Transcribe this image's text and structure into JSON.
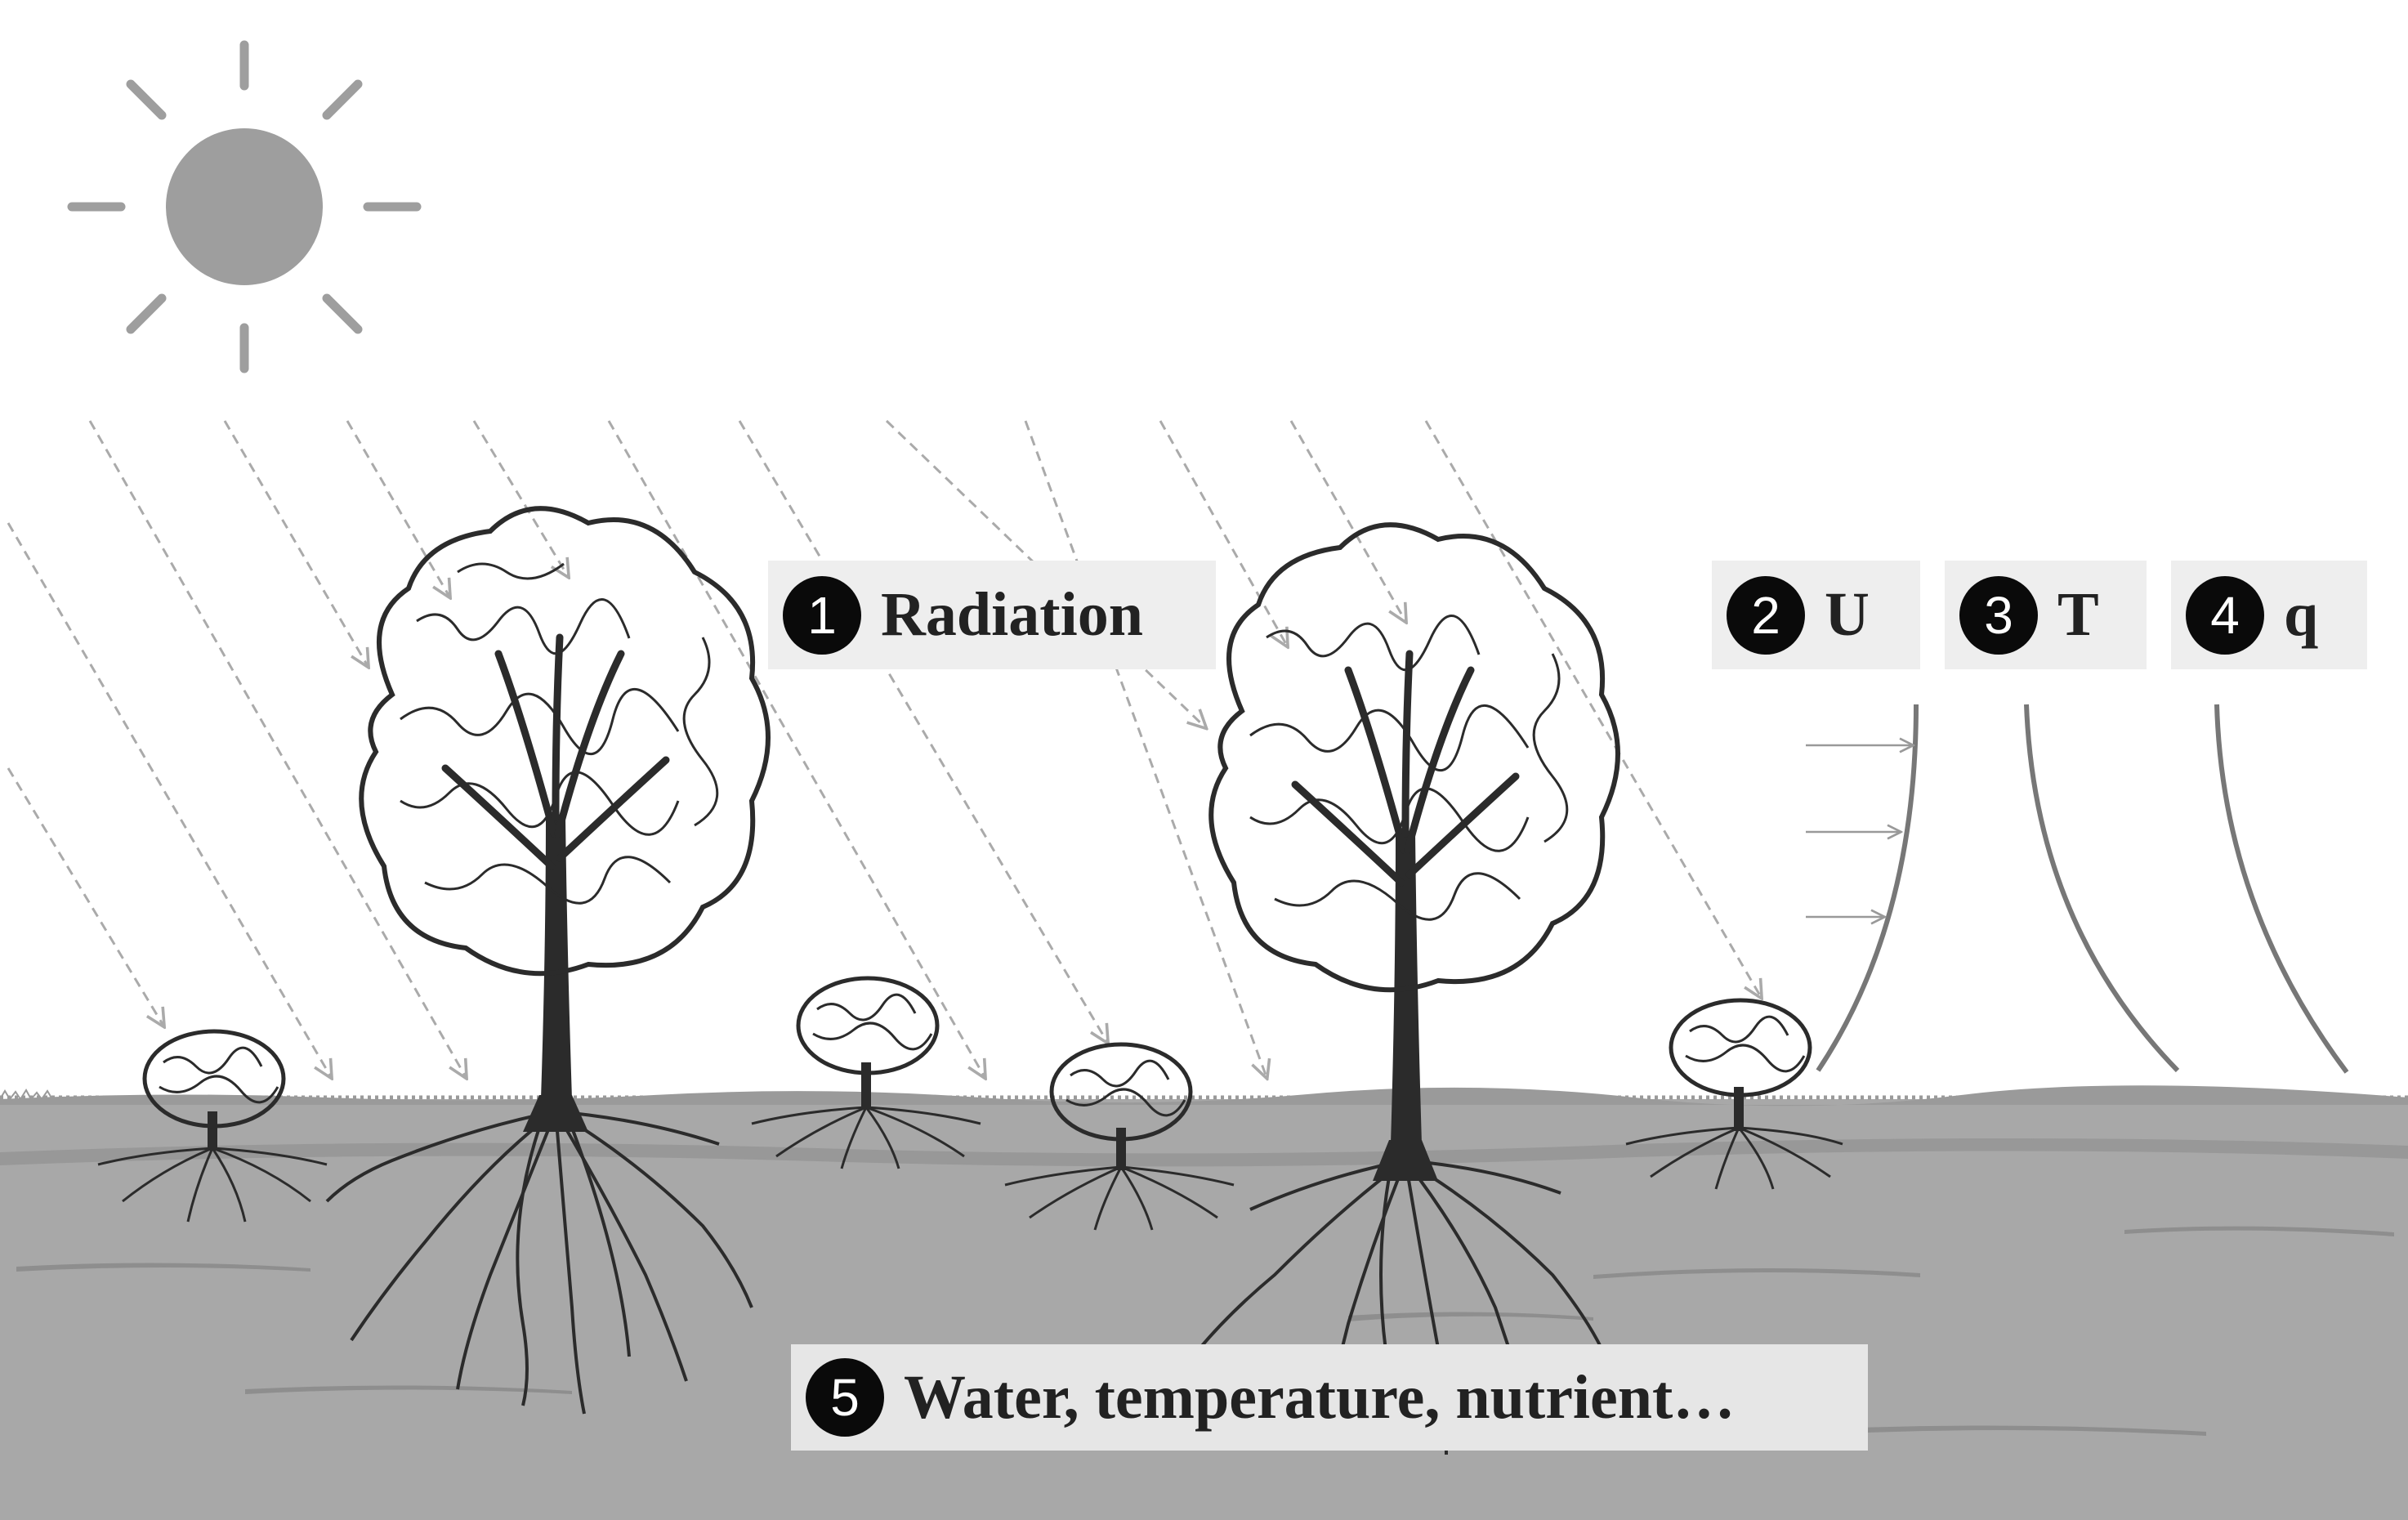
{
  "labels": {
    "radiation": {
      "number": "1",
      "text": "Radiation"
    },
    "u": {
      "number": "2",
      "text": "U"
    },
    "t": {
      "number": "3",
      "text": "T"
    },
    "q": {
      "number": "4",
      "text": "q"
    },
    "soil": {
      "number": "5",
      "text": "Water, temperature, nutrient…"
    }
  },
  "colors": {
    "sky": "#ffffff",
    "sun": "#9e9e9e",
    "soil": "#a8a8a8",
    "soil_dark": "#8e8e8e",
    "tree": "#2b2b2b",
    "profile": "#777777",
    "arrow": "#aaaaaa",
    "label_bg": "#eeeeee",
    "badge": "#0a0a0a"
  },
  "icons": [
    "sun-icon",
    "radiation-arrow-icon",
    "tree-icon",
    "wind-profile-icon"
  ]
}
